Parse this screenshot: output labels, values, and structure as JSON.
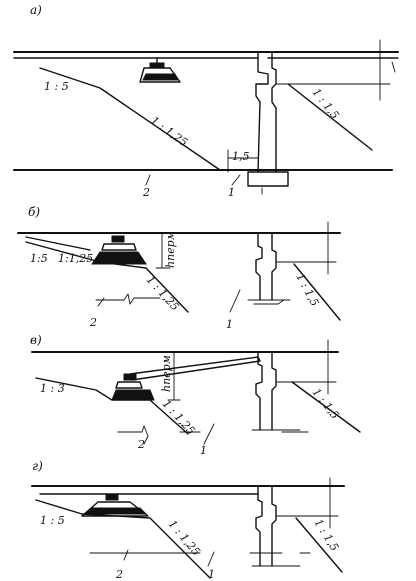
{
  "panels": [
    {
      "label": "а)",
      "slopes": [
        "1 : 5",
        "1 : 1,25",
        "1 : 1,5"
      ],
      "dimension": "1,5",
      "callouts": [
        "2",
        "1"
      ]
    },
    {
      "label": "б)",
      "slopes": [
        "1:5",
        "1:1,25",
        "1 : 1,25",
        "1 : 1,5"
      ],
      "height": "hперм",
      "callouts": [
        "2",
        "1"
      ]
    },
    {
      "label": "в)",
      "slopes": [
        "1 : 3",
        "1 : 1,25",
        "1 : 1,5"
      ],
      "height": "hперм",
      "callouts": [
        "2",
        "1"
      ]
    },
    {
      "label": "г)",
      "slopes": [
        "1 : 5",
        "1 : 1,25",
        "1 : 1,5"
      ],
      "callouts": [
        "2",
        "1"
      ]
    }
  ]
}
